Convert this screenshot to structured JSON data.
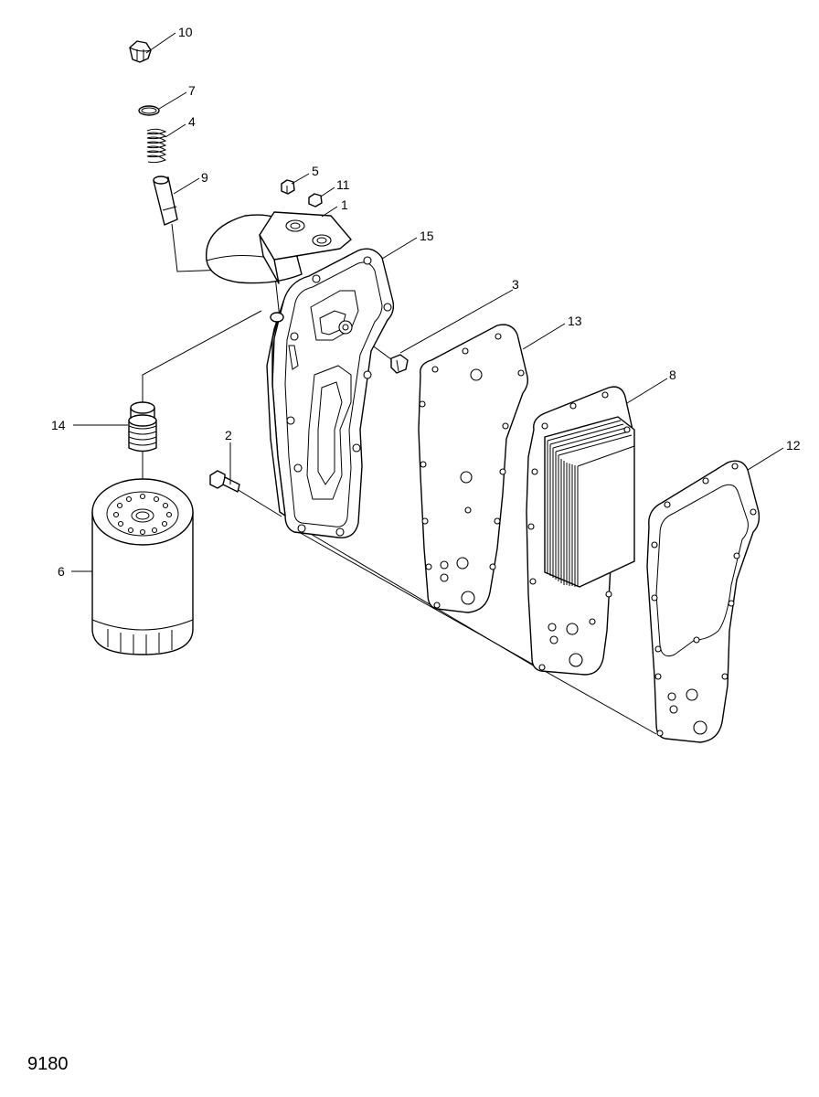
{
  "drawing_number": "9180",
  "callouts": {
    "c1": "1",
    "c2": "2",
    "c3": "3",
    "c4": "4",
    "c5": "5",
    "c6": "6",
    "c7": "7",
    "c8": "8",
    "c9": "9",
    "c10": "10",
    "c11": "11",
    "c12": "12",
    "c13": "13",
    "c14": "14",
    "c15": "15"
  }
}
